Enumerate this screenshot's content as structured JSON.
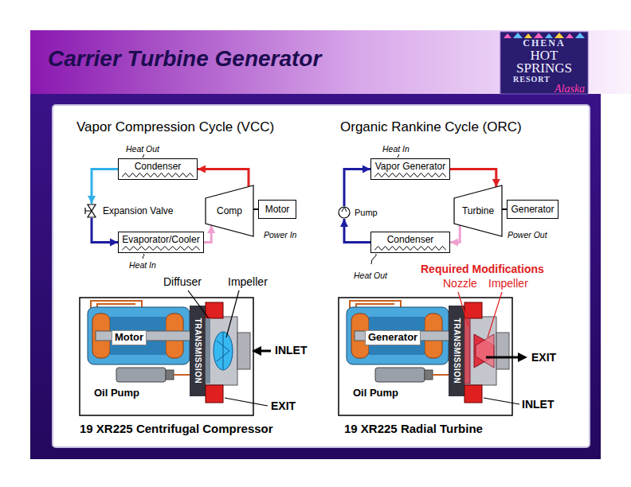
{
  "diagram": {
    "title": "Carrier Turbine Generator",
    "nodes": [
      {
        "text": [
          "Condenser"
        ]
      },
      {
        "text": [
          "Expansion Valve"
        ]
      },
      {
        "text": [
          "Comp"
        ]
      },
      {
        "text": [
          "Motor"
        ]
      },
      {
        "text": [
          "Evaporator/Cooler"
        ]
      },
      {
        "text": [
          "Vapor Generator"
        ]
      },
      {
        "text": [
          "Pump"
        ]
      },
      {
        "text": [
          "Turbine"
        ]
      },
      {
        "text": [
          "Generator"
        ]
      },
      {
        "text": [
          "Condenser"
        ]
      }
    ],
    "edges": [
      {
        "from": 2,
        "to": 0,
        "arrow": "to"
      },
      {
        "from": 0,
        "to": 1,
        "arrow": "to"
      },
      {
        "from": 1,
        "to": 4,
        "arrow": "to"
      },
      {
        "from": 4,
        "to": 2,
        "arrow": "to"
      },
      {
        "from": 2,
        "to": 3,
        "arrow": "none"
      },
      {
        "from": 5,
        "to": 7,
        "arrow": "to"
      },
      {
        "from": 7,
        "to": 9,
        "arrow": "to"
      },
      {
        "from": 9,
        "to": 6,
        "arrow": "to"
      },
      {
        "from": 6,
        "to": 5,
        "arrow": "to"
      },
      {
        "from": 7,
        "to": 8,
        "arrow": "none"
      }
    ],
    "labels": [
      "Vapor Compression Cycle (VCC)",
      "Organic Rankine Cycle (ORC)",
      "Heat Out",
      "Heat In",
      "Power In",
      "Heat In",
      "Heat Out",
      "Power Out",
      "Diffuser",
      "Impeller",
      "Motor",
      "TRANSMISSION",
      "INLET",
      "Oil Pump",
      "EXIT",
      "19 XR225 Centrifugal Compressor",
      "Required Modifications",
      "Nozzle",
      "Impeller",
      "Generator",
      "TRANSMISSION",
      "EXIT",
      "Oil Pump",
      "INLET",
      "19 XR225 Radial Turbine",
      "CHENA",
      "HOT SPRINGS",
      "RESORT",
      "Alaska"
    ]
  }
}
